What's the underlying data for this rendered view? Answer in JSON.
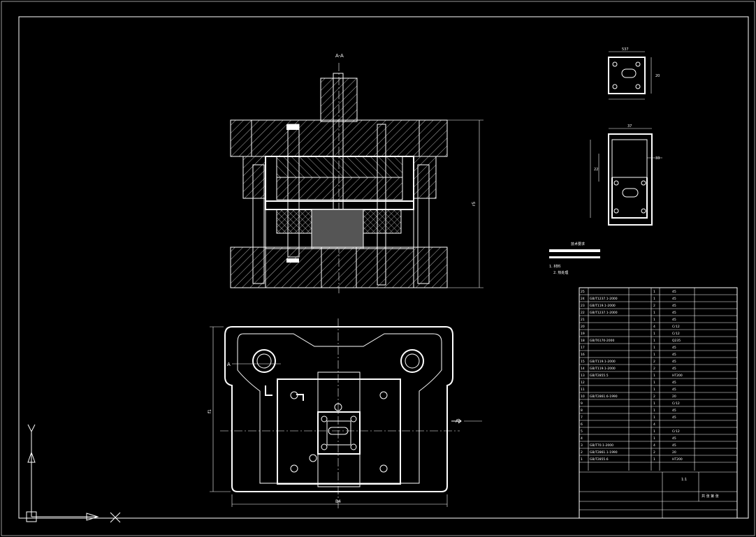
{
  "drawing": {
    "section_label": "A-A",
    "view_label_left": "A",
    "view_label_right": "A",
    "right_arrow_label": "A",
    "dim_side": "r5",
    "dim_left": "f1",
    "dim_bottom": "B4"
  },
  "part_views": {
    "top_dim_top": "537",
    "top_dim_right": "20",
    "side_dim_top": "37",
    "side_dim_left": "22",
    "side_dim_right": "33"
  },
  "notes": {
    "title": "技术要求",
    "line1": "1. 材料",
    "line2": "2. 热处理"
  },
  "bom": {
    "rows": [
      {
        "no": "25",
        "code": "",
        "name": "",
        "qty": "1",
        "mat": "45"
      },
      {
        "no": "24",
        "code": "GB/T1237.1-2000",
        "name": "",
        "qty": "1",
        "mat": "45"
      },
      {
        "no": "23",
        "code": "GB/T119.1-2000",
        "name": "",
        "qty": "2",
        "mat": "45"
      },
      {
        "no": "22",
        "code": "GB/T1237.1-2000",
        "name": "",
        "qty": "1",
        "mat": "45"
      },
      {
        "no": "21",
        "code": "",
        "name": "",
        "qty": "1",
        "mat": "45"
      },
      {
        "no": "20",
        "code": "",
        "name": "",
        "qty": "4",
        "mat": "Cr12"
      },
      {
        "no": "19",
        "code": "",
        "name": "",
        "qty": "1",
        "mat": "Cr12"
      },
      {
        "no": "18",
        "code": "GB/T6170-2000",
        "name": "",
        "qty": "1",
        "mat": "Q235"
      },
      {
        "no": "17",
        "code": "",
        "name": "",
        "qty": "1",
        "mat": "45"
      },
      {
        "no": "16",
        "code": "",
        "name": "",
        "qty": "1",
        "mat": "45"
      },
      {
        "no": "15",
        "code": "GB/T119.1-2000",
        "name": "",
        "qty": "2",
        "mat": "45"
      },
      {
        "no": "14",
        "code": "GB/T119.1-2000",
        "name": "",
        "qty": "2",
        "mat": "45"
      },
      {
        "no": "13",
        "code": "GB/T2855.5",
        "name": "",
        "qty": "1",
        "mat": "HT200"
      },
      {
        "no": "12",
        "code": "",
        "name": "",
        "qty": "1",
        "mat": "45"
      },
      {
        "no": "11",
        "code": "",
        "name": "",
        "qty": "1",
        "mat": "45"
      },
      {
        "no": "10",
        "code": "GB/T2861.6-1990",
        "name": "",
        "qty": "2",
        "mat": "20"
      },
      {
        "no": "9",
        "code": "",
        "name": "",
        "qty": "1",
        "mat": "Cr12"
      },
      {
        "no": "8",
        "code": "",
        "name": "",
        "qty": "1",
        "mat": "45"
      },
      {
        "no": "7",
        "code": "",
        "name": "",
        "qty": "1",
        "mat": "45"
      },
      {
        "no": "6",
        "code": "",
        "name": "",
        "qty": "4",
        "mat": ""
      },
      {
        "no": "5",
        "code": "",
        "name": "",
        "qty": "1",
        "mat": "Cr12"
      },
      {
        "no": "4",
        "code": "",
        "name": "",
        "qty": "1",
        "mat": "45"
      },
      {
        "no": "3",
        "code": "GB/T70.1-2000",
        "name": "",
        "qty": "4",
        "mat": "45"
      },
      {
        "no": "2",
        "code": "GB/T2861.1-1990",
        "name": "",
        "qty": "2",
        "mat": "20"
      },
      {
        "no": "1",
        "code": "GB/T2855.6",
        "name": "",
        "qty": "1",
        "mat": "HT200"
      }
    ],
    "scale": "1:1",
    "sheet": "共 张 第 张"
  }
}
